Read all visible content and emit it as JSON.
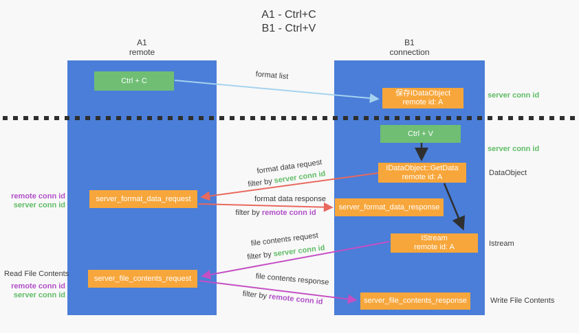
{
  "title": {
    "line1": "A1 - Ctrl+C",
    "line2": "B1 - Ctrl+V"
  },
  "columns": {
    "left": {
      "name": "A1",
      "sub": "remote"
    },
    "right": {
      "name": "B1",
      "sub": "connection"
    }
  },
  "nodes": {
    "ctrl_c": "Ctrl + C",
    "ctrl_v": "Ctrl + V",
    "save_dataobject": {
      "line1": "保存IDataObject",
      "line2": "remote id: A"
    },
    "getdata": {
      "line1": "IDataObject::GetData",
      "line2": "remote id: A"
    },
    "istream": {
      "line1": "IStream",
      "line2": "remote id: A"
    },
    "server_format_data_request": "server_format_data_request",
    "server_format_data_response": "server_format_data_response",
    "server_file_contents_request": "server_file_contents_request",
    "server_file_contents_response": "server_file_contents_response"
  },
  "labels": {
    "format_list": "format list",
    "format_data_request": "format data request",
    "format_data_response": "format data response",
    "file_contents_request": "file contents request",
    "file_contents_response": "file contents response",
    "filter_by": "filter by",
    "server_conn_id": "server conn id",
    "remote_conn_id": "remote conn id",
    "dataobject": "DataObject",
    "istream": "Istream",
    "read_file_contents": "Read File Contents",
    "write_file_contents": "Write File Contents"
  },
  "colors": {
    "column_blue": "#4a7ed8",
    "box_green": "#6fbe74",
    "box_orange": "#f7a63b",
    "green_text": "#5fbc66",
    "purple_text": "#b04fc7",
    "red_arrow": "#e8695e",
    "magenta_arrow": "#c44fc4",
    "light_blue_arrow": "#a5d2ef",
    "black_arrow": "#2f2f2f",
    "background": "#f8f8f8"
  }
}
